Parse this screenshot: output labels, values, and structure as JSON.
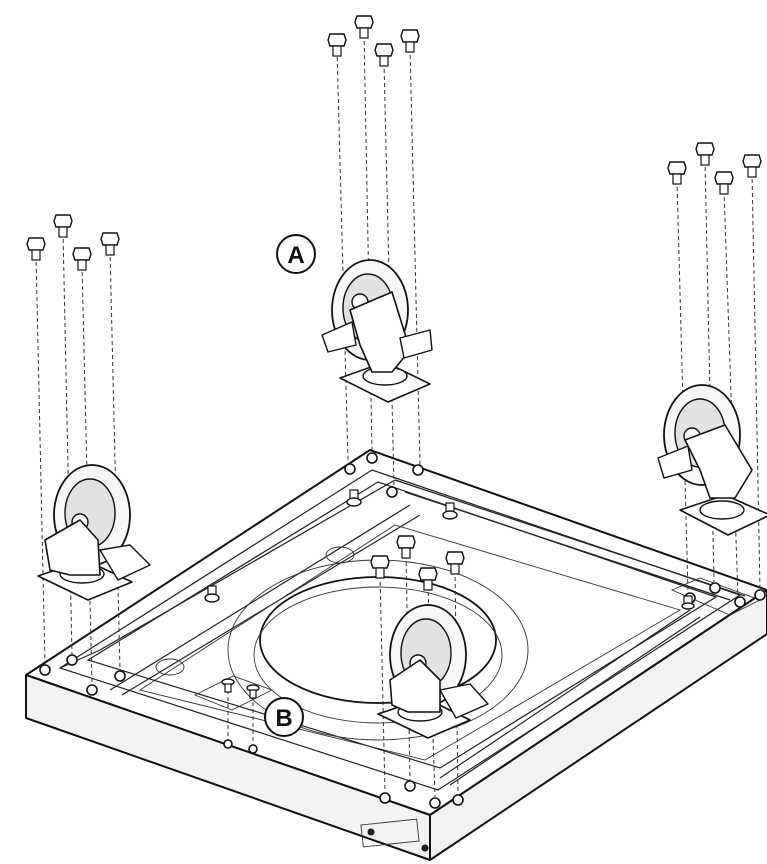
{
  "callouts": [
    {
      "id": "A",
      "label": "A"
    },
    {
      "id": "B",
      "label": "B"
    }
  ],
  "parts": {
    "base_frame": "base-frame",
    "casters": [
      "caster-a-rear",
      "caster-left",
      "caster-right",
      "caster-front"
    ],
    "bolt_groups": 4,
    "bolts_per_caster": 4
  }
}
